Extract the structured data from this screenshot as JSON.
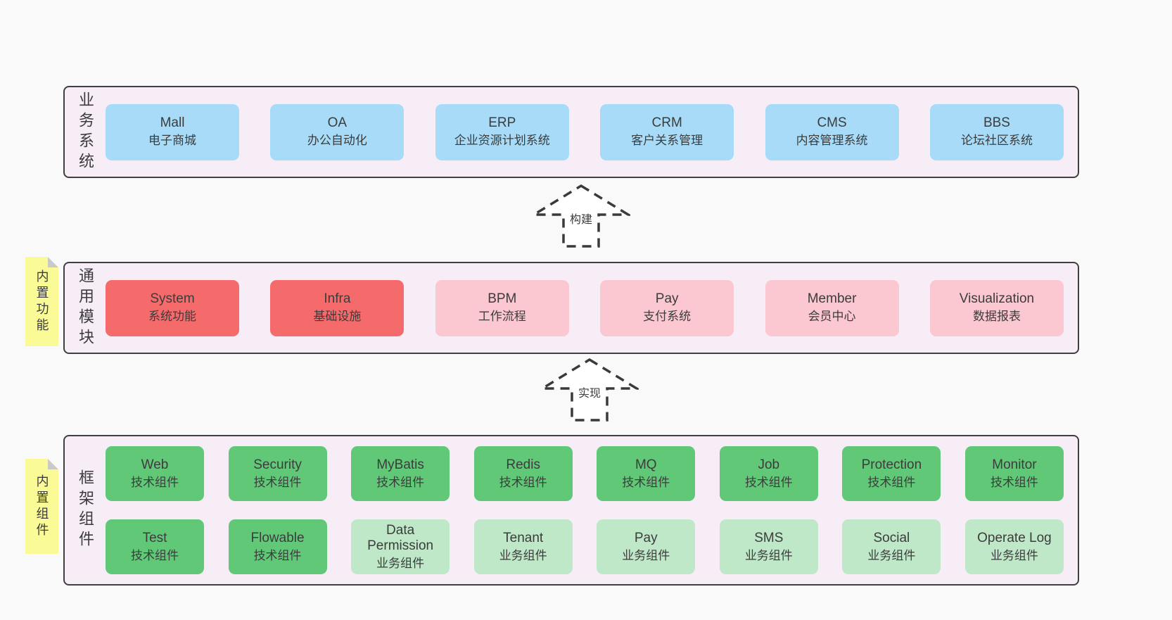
{
  "colors": {
    "page-bg": "#f9f9f9",
    "band-bg": "#f7edf7",
    "band-border": "#3f3f3f",
    "box-blue": "#a7dbf7",
    "box-red": "#f56b6b",
    "box-pink": "#fbc7d1",
    "box-green": "#61c878",
    "box-lightgreen": "#bee8c7",
    "note-yellow": "#fafa97",
    "note-fold": "#c9c9c9",
    "text": "#3c3c3c",
    "arrow": "#3a3a3a"
  },
  "arrows": [
    {
      "label": "构建"
    },
    {
      "label": "实现"
    }
  ],
  "bands": [
    {
      "label": "业务系统",
      "boxes": [
        {
          "name": "Mall",
          "desc": "电子商城"
        },
        {
          "name": "OA",
          "desc": "办公自动化"
        },
        {
          "name": "ERP",
          "desc": "企业资源计划系统"
        },
        {
          "name": "CRM",
          "desc": "客户关系管理"
        },
        {
          "name": "CMS",
          "desc": "内容管理系统"
        },
        {
          "name": "BBS",
          "desc": "论坛社区系统"
        }
      ]
    },
    {
      "label": "通用模块",
      "note": "内置功能",
      "boxes": [
        {
          "name": "System",
          "desc": "系统功能"
        },
        {
          "name": "Infra",
          "desc": "基础设施"
        },
        {
          "name": "BPM",
          "desc": "工作流程"
        },
        {
          "name": "Pay",
          "desc": "支付系统"
        },
        {
          "name": "Member",
          "desc": "会员中心"
        },
        {
          "name": "Visualization",
          "desc": "数据报表"
        }
      ]
    },
    {
      "label": "框架组件",
      "note": "内置组件",
      "rows": [
        [
          {
            "name": "Web",
            "desc": "技术组件"
          },
          {
            "name": "Security",
            "desc": "技术组件"
          },
          {
            "name": "MyBatis",
            "desc": "技术组件"
          },
          {
            "name": "Redis",
            "desc": "技术组件"
          },
          {
            "name": "MQ",
            "desc": "技术组件"
          },
          {
            "name": "Job",
            "desc": "技术组件"
          },
          {
            "name": "Protection",
            "desc": "技术组件"
          },
          {
            "name": "Monitor",
            "desc": "技术组件"
          }
        ],
        [
          {
            "name": "Test",
            "desc": "技术组件"
          },
          {
            "name": "Flowable",
            "desc": "技术组件"
          },
          {
            "name": "Data Permission",
            "desc": "业务组件"
          },
          {
            "name": "Tenant",
            "desc": "业务组件"
          },
          {
            "name": "Pay",
            "desc": "业务组件"
          },
          {
            "name": "SMS",
            "desc": "业务组件"
          },
          {
            "name": "Social",
            "desc": "业务组件"
          },
          {
            "name": "Operate Log",
            "desc": "业务组件"
          }
        ]
      ]
    }
  ]
}
